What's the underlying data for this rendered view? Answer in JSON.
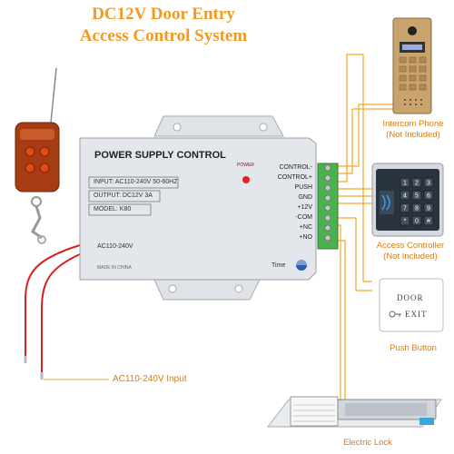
{
  "title": {
    "line1": "DC12V Door Entry",
    "line2": "Access Control System"
  },
  "psu": {
    "header": "POWER SUPPLY CONTROL",
    "input": "INPUT:  AC110-240V  50-60HZ",
    "output": "OUTPUT:  DC12V   3A",
    "model": "MODEL:  K80",
    "ac": "AC110-240V",
    "made": "MADE IN CHINA",
    "power": "POWER",
    "time": "Time"
  },
  "terminals": [
    "CONTROL-",
    "CONTROL+",
    "PUSH",
    "GND",
    "+12V",
    "-COM",
    "+NC",
    "+NO"
  ],
  "components": {
    "intercom": {
      "line1": "Intercom Phone",
      "line2": "(Not Included)"
    },
    "access": {
      "line1": "Access Controller",
      "line2": "(Not Included)"
    },
    "push": {
      "line1": "Push Button"
    },
    "lock": {
      "line1": "Electric Lock"
    },
    "ac_input": "AC110-240V Input"
  },
  "button_face": {
    "line1": "DOOR",
    "line2": "EXIT"
  },
  "keypad_keys": [
    "1",
    "2",
    "3",
    "4",
    "5",
    "6",
    "7",
    "8",
    "9",
    "*",
    "0",
    "#"
  ],
  "colors": {
    "accent": "#f39a1e",
    "wire": "#f5a623",
    "terminal": "#4caf50",
    "psu": "#e3e6ea"
  }
}
